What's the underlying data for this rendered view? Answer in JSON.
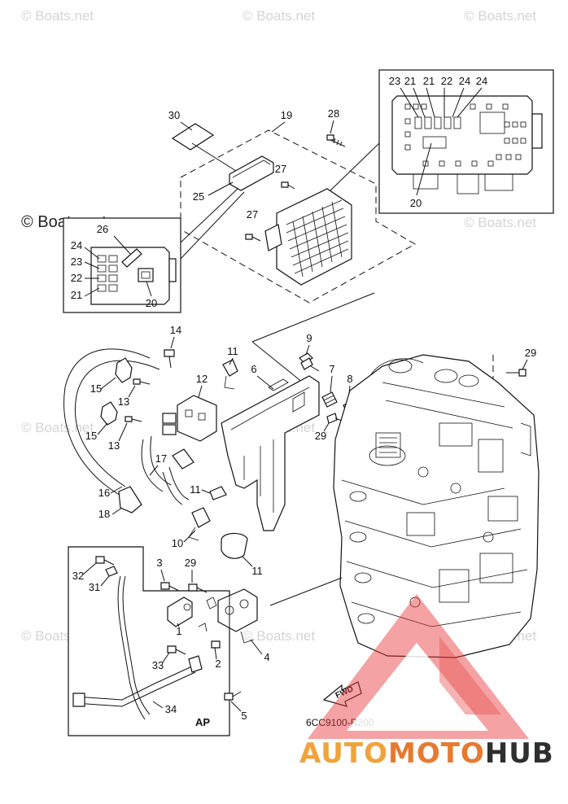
{
  "watermarks": {
    "text": "© Boats.net",
    "main_label": "© Boats.net"
  },
  "callouts": {
    "n1": "1",
    "n2": "2",
    "n3": "3",
    "n4": "4",
    "n5": "5",
    "n6": "6",
    "n7": "7",
    "n8": "8",
    "n9": "9",
    "n10": "10",
    "n11": "11",
    "n12": "12",
    "n13": "13",
    "n14": "14",
    "n15": "15",
    "n16": "16",
    "n17": "17",
    "n18": "18",
    "n19": "19",
    "n20": "20",
    "n21": "21",
    "n22": "22",
    "n23": "23",
    "n24": "24",
    "n25": "25",
    "n26": "26",
    "n27": "27",
    "n28": "28",
    "n29": "29",
    "n30": "30",
    "n31": "31",
    "n32": "32",
    "n33": "33",
    "n34": "34"
  },
  "labels": {
    "ap": "AP",
    "fwd": "FWD",
    "diagram_code": "6CC9100-R200"
  },
  "brand": {
    "part1": "AUTO",
    "part2": "MOTO",
    "part3": "HUB",
    "color_primary": "#f2a23a",
    "color_secondary": "#e57a30",
    "color_dark": "#2f2f2f",
    "logo_color": "#e8393a"
  }
}
